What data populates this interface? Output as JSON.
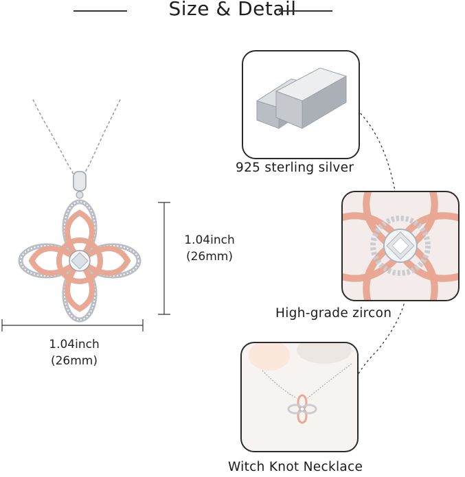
{
  "header": {
    "title": "Size & Detail"
  },
  "dimensions": {
    "height_value": "1.04inch",
    "height_metric": "(26mm)",
    "width_value": "1.04inch",
    "width_metric": "(26mm)"
  },
  "details": [
    {
      "caption": "925 sterling silver",
      "icon": "silver-bar-image"
    },
    {
      "caption": "High-grade zircon",
      "icon": "zircon-closeup-image"
    },
    {
      "caption": "Witch Knot Necklace",
      "icon": "necklace-photo-image"
    }
  ],
  "colors": {
    "rose_gold": "#e8a893",
    "silver": "#c9ccd1",
    "outline": "#2b2b2b"
  }
}
